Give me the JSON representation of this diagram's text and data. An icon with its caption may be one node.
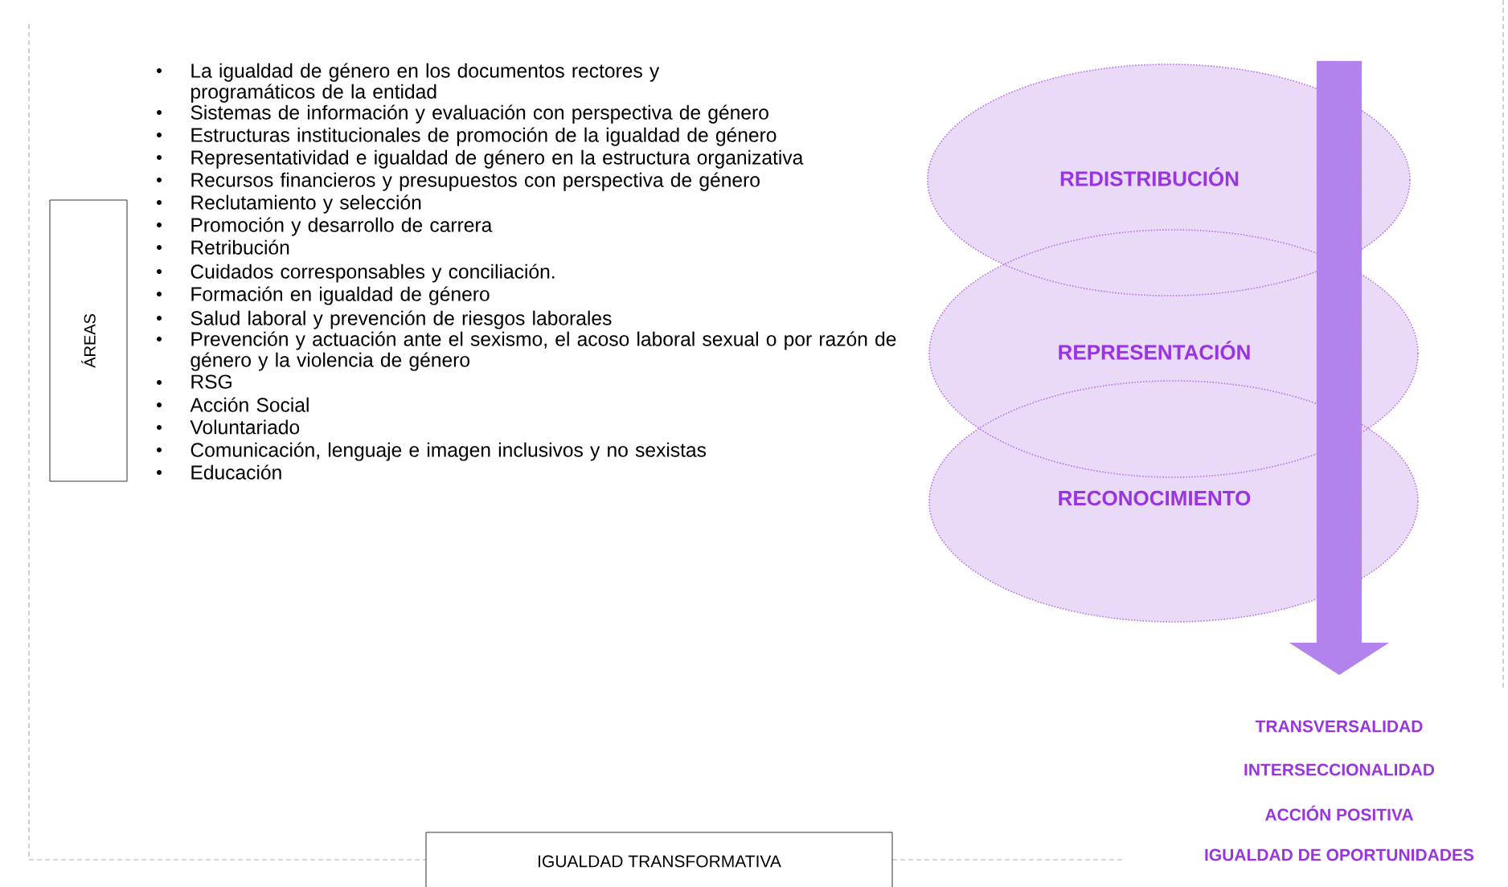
{
  "diagram": {
    "nodes": [
      {
        "text": [
          "ÁREAS"
        ]
      },
      {
        "text": [
          "REDISTRIBUCIÓN"
        ]
      },
      {
        "text": [
          "REPRESENTACIÓN"
        ]
      },
      {
        "text": [
          "RECONOCIMIENTO"
        ]
      },
      {
        "text": [
          "IGUALDAD TRANSFORMATIVA"
        ]
      }
    ],
    "labels": [
      "La igualdad de género en los documentos rectores y programáticos de la entidad",
      "Sistemas de información y evaluación con perspectiva de género",
      "Estructuras institucionales de promoción de la igualdad de género",
      "Representatividad e igualdad de género en la estructura organizativa",
      "Recursos financieros y presupuestos con perspectiva de género",
      "Reclutamiento y selección",
      "Promoción y desarrollo de carrera",
      "Retribución",
      "Cuidados corresponsables y conciliación.",
      "Formación en igualdad de género",
      "Salud laboral y prevención de riesgos laborales",
      "Prevención y actuación ante el sexismo, el acoso laboral sexual o por razón de género y la violencia de género",
      "RSG",
      "Acción Social",
      "Voluntariado",
      "Comunicación, lenguaje e imagen inclusivos y no sexistas",
      "Educación",
      "TRANSVERSALIDAD",
      "INTERSECCIONALIDAD",
      "ACCIÓN POSITIVA",
      "IGUALDAD DE OPORTUNIDADES"
    ]
  }
}
